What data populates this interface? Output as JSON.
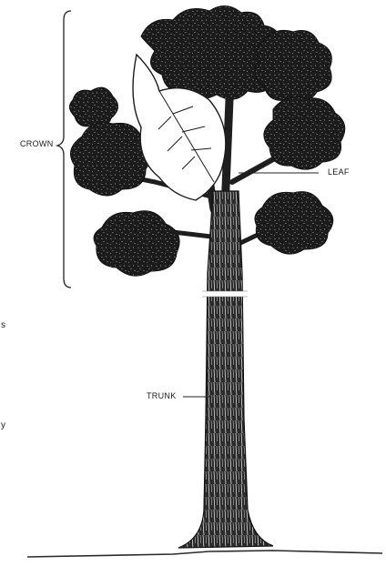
{
  "diagram": {
    "labels": {
      "crown": "CROWN",
      "leaf": "LEAF",
      "trunk": "TRUNK"
    },
    "margin_fragments": [
      "s",
      "y"
    ]
  }
}
